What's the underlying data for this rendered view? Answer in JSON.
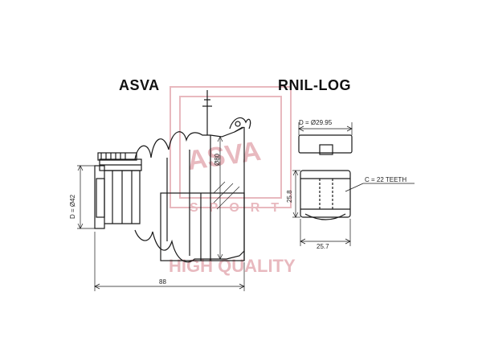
{
  "titles": {
    "brand": "ASVA",
    "part_number": "RNIL-LOG"
  },
  "dimensions": {
    "bore_diameter": "D = Ø29.95",
    "shaft_diameter": "D = Ø42",
    "teeth": "C = 22 TEETH",
    "height": "25.8",
    "width": "25.7",
    "overall_length": "88",
    "boot_diameter": "Ø80"
  },
  "watermark": {
    "logo_text": "ASVA",
    "sport_text": "SPORT",
    "slogan": "HIGH QUALITY"
  },
  "colors": {
    "line": "#1a1a1a",
    "watermark": "#e8b9bf"
  }
}
